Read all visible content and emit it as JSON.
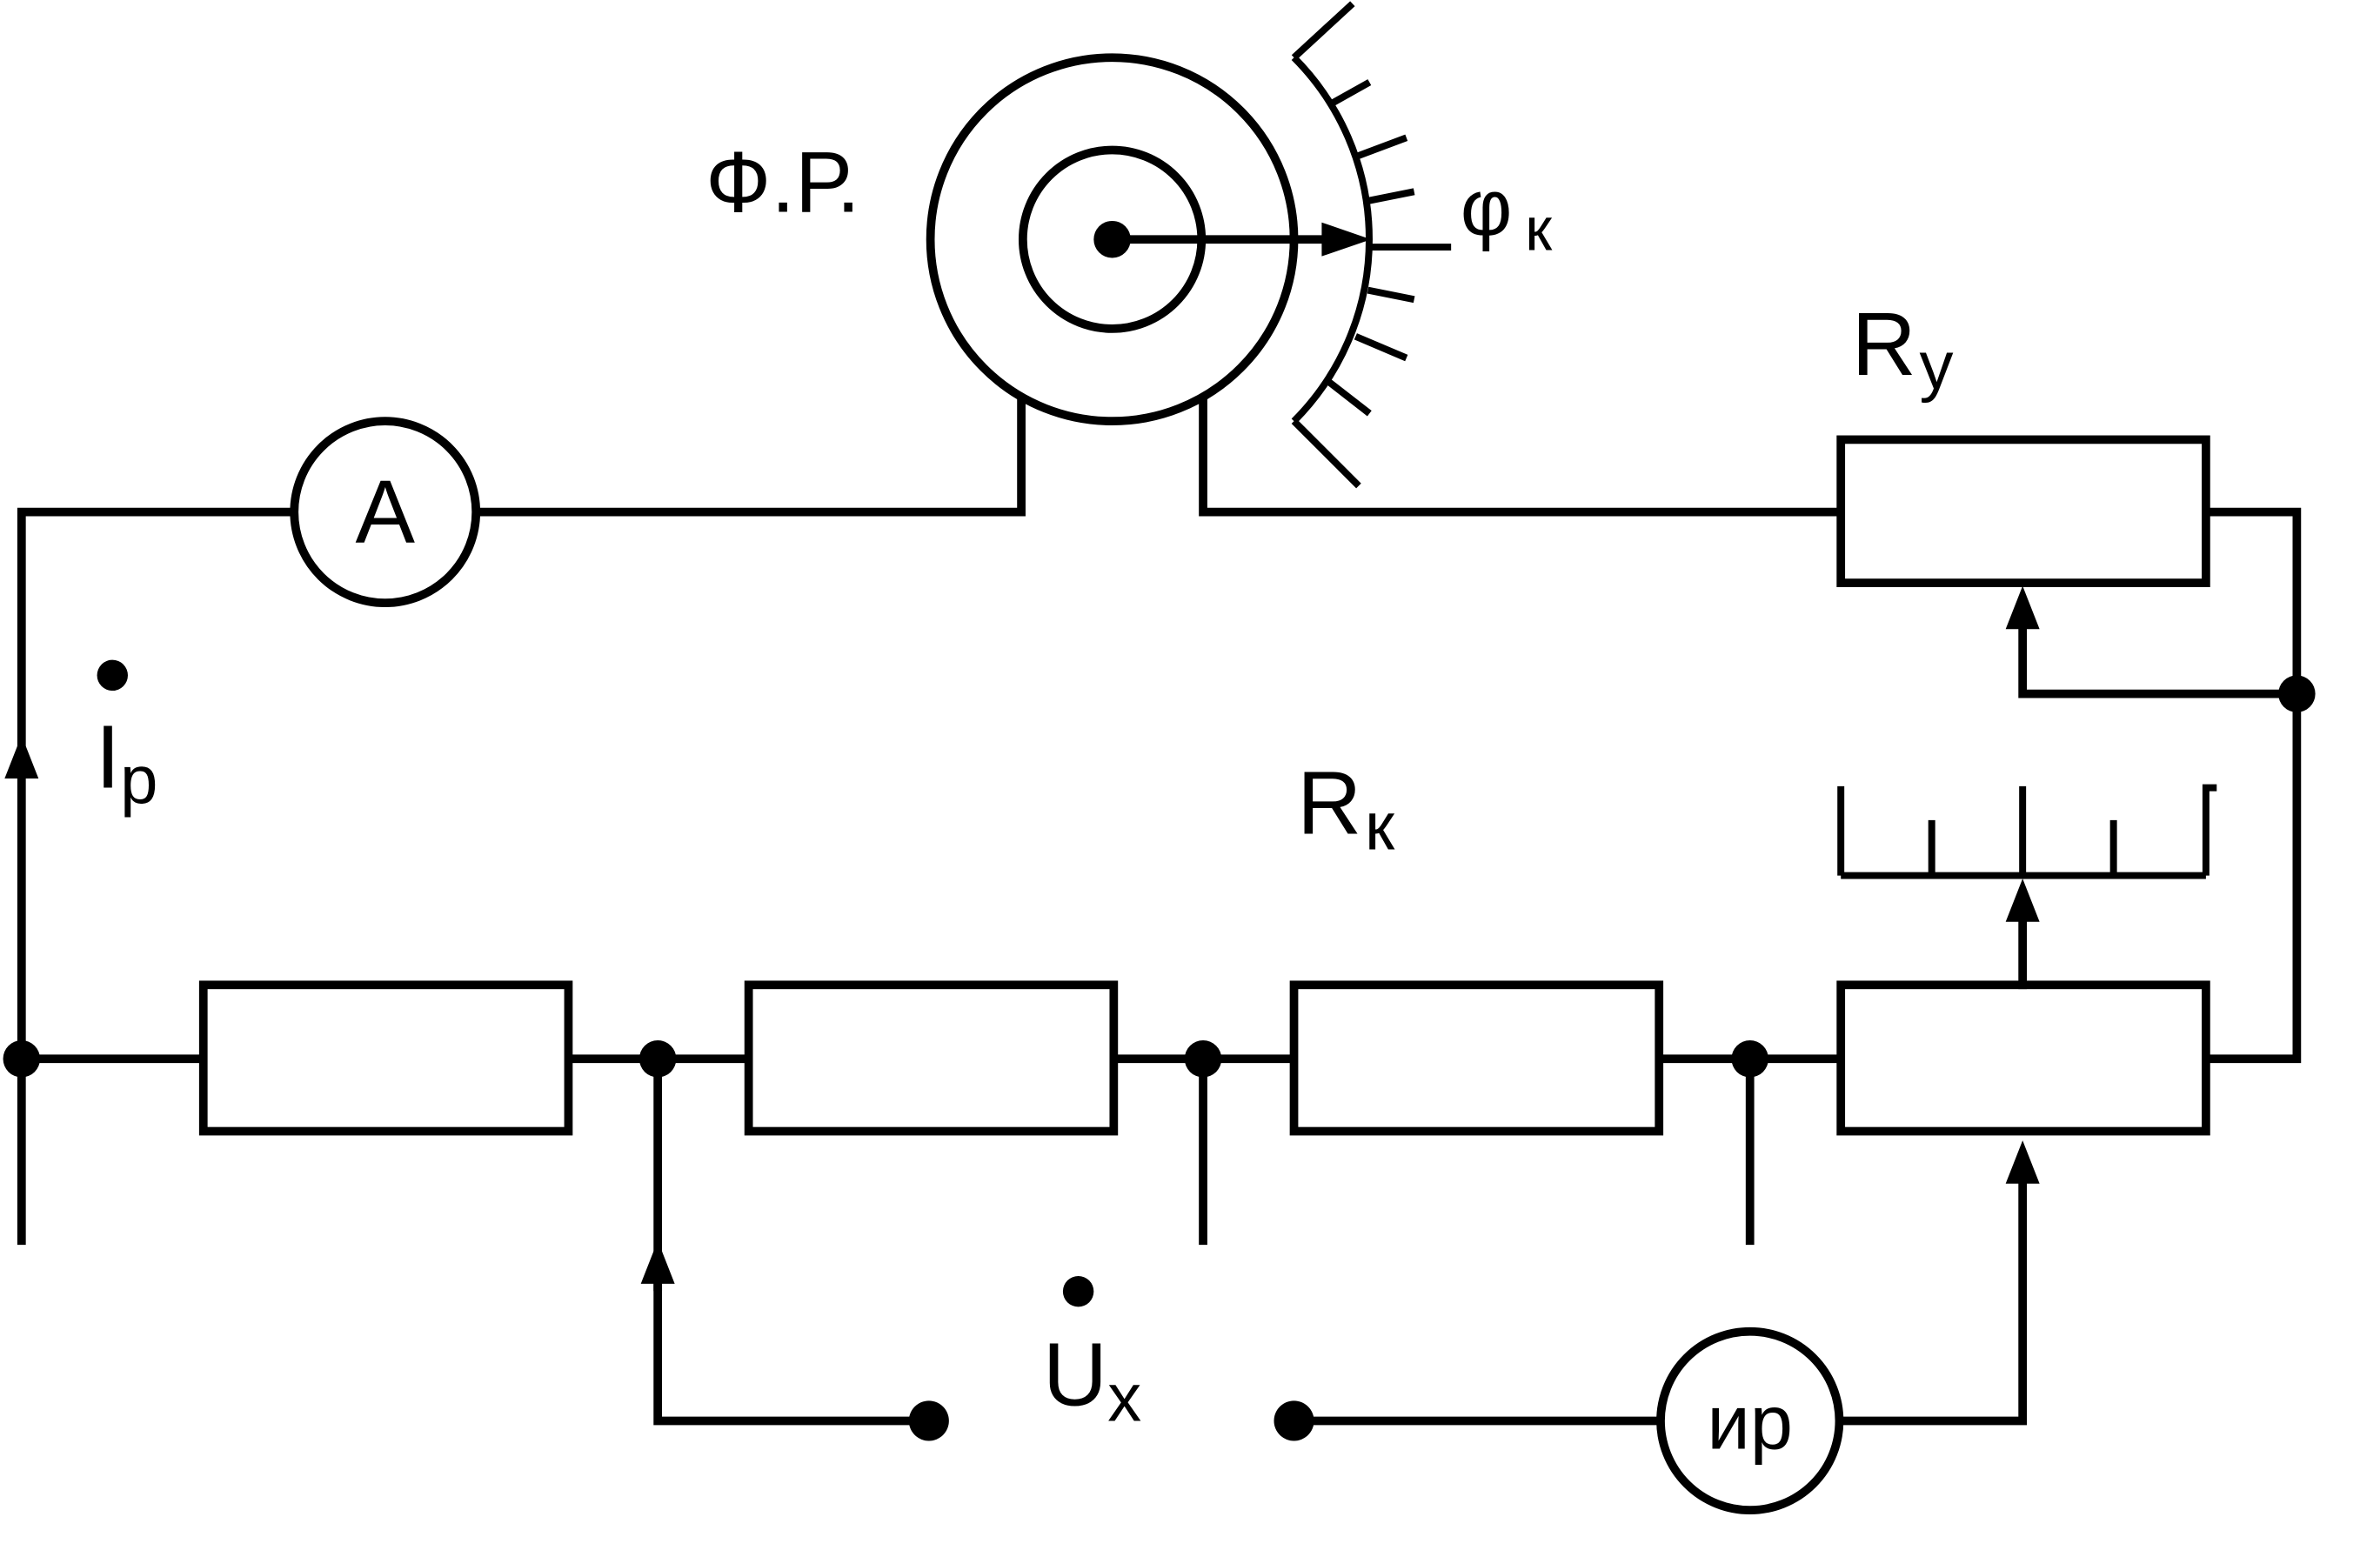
{
  "diagram": {
    "phase_shifter_label": "Ф.Р.",
    "phase_symbol": "φ",
    "phase_subscript": "к",
    "ammeter_label": "A",
    "current_symbol": "I",
    "current_subscript": "р",
    "rheostat_symbol": "R",
    "rheostat_subscript": "у",
    "compensator_symbol": "R",
    "compensator_subscript": "к",
    "voltage_symbol": "U",
    "voltage_subscript": "x",
    "null_indicator_label": "ир"
  }
}
